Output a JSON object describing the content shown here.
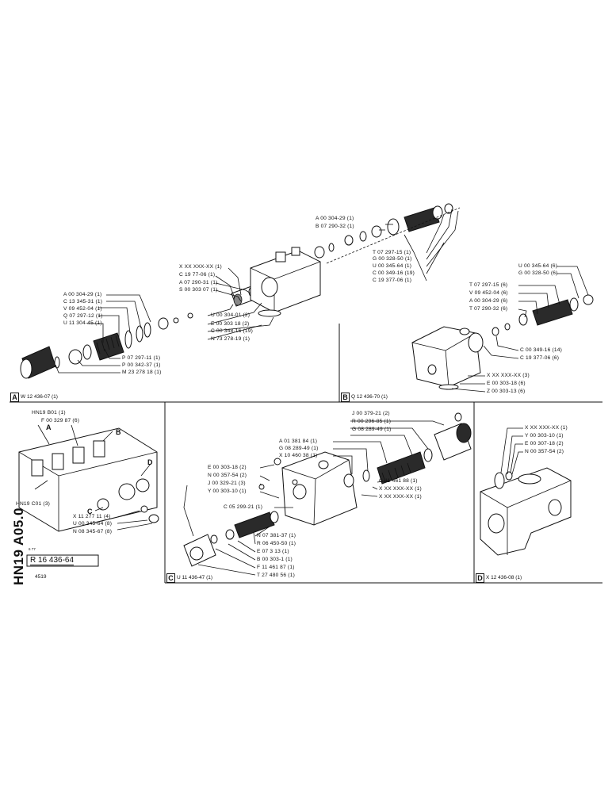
{
  "panels": {
    "A": {
      "letter": "A",
      "ref": "W 12 436-07 (1)",
      "labels": [
        "A 00 304-29 (1)",
        "C 13 345-31 (1)",
        "V 09 452-04 (1)",
        "Q 07 297-12 (1)",
        "U 11 304-45 (1)",
        "P 07 297-11 (1)",
        "P 00 342-37 (1)",
        "M 23 278 18 (1)",
        "X XX XXX-XX (1)",
        "C 19 77-06 (1)",
        "A 07 290-31 (1)",
        "S 00 303 07 (1)",
        "U 00 304-01 (2)",
        "E 00 303 18 (2)",
        "C 00 348-16 (19)",
        "N 73 278-19 (1)",
        "A 00 304-29 (1)",
        "B 07 290-32 (1)",
        "T 07 297-15 (1)",
        "G 00 328-50 (1)",
        "U 00 345-64 (1)",
        "C 00 349-16 (19)",
        "C 19 377-06 (1)"
      ]
    },
    "B": {
      "letter": "B",
      "ref": "Q 12 436-70 (1)",
      "labels": [
        "U 00 345-64 (6)",
        "G 00 328-50 (6)",
        "T 07 297-15 (6)",
        "V 09 452-04 (6)",
        "A 00 304-29 (6)",
        "T 07 290-32 (6)",
        "C 00 349-16 (14)",
        "C 19 377-06 (6)",
        "X XX XXX-XX (3)",
        "E 00 303-18 (6)",
        "Z 00 303-13 (6)"
      ]
    },
    "C": {
      "letter": "C",
      "ref": "U 11 436-47 (1)",
      "labels": [
        "J 00 379-21 (2)",
        "R 00 296-85 (1)",
        "G 08 289-49 (1)",
        "A 01 381 84 (1)",
        "G 08 289-49 (1)",
        "X 10 460 38 (1)",
        "E 00 303-18 (2)",
        "N 00 357-54 (2)",
        "J 00 329-21 (3)",
        "Y 00 303-10 (1)",
        "C 05 299-21 (1)",
        "G 11 461 88 (1)",
        "X XX XXX-XX (1)",
        "X XX XXX-XX (1)",
        "N 07 381-37 (1)",
        "R 06 450-50 (1)",
        "E 07 3 13 (1)",
        "B 00 303-1 (1)",
        "F 11 461 87 (1)",
        "T 27 480 56 (1)"
      ]
    },
    "D": {
      "letter": "D",
      "ref": "X 12 436-08 (1)",
      "labels": [
        "X XX XXX-XX (1)",
        "Y 00 303-10 (1)",
        "E 00 307-18 (2)",
        "N 00 357-54 (2)"
      ]
    },
    "overview": {
      "labels": [
        "HN19 B01 (1)",
        "F 00 329 87 (6)",
        "HN19 C01 (3)",
        "X 11 277 11 (4)",
        "U 00 345-64 (8)",
        "N 08 345-67 (8)"
      ],
      "callouts": [
        "A",
        "B",
        "C",
        "D"
      ]
    }
  },
  "sheet": {
    "big_ref": "HN19 A05.0",
    "small_ref": "6 77",
    "part_number": "R 16 436-64",
    "sub_number": "4519"
  }
}
